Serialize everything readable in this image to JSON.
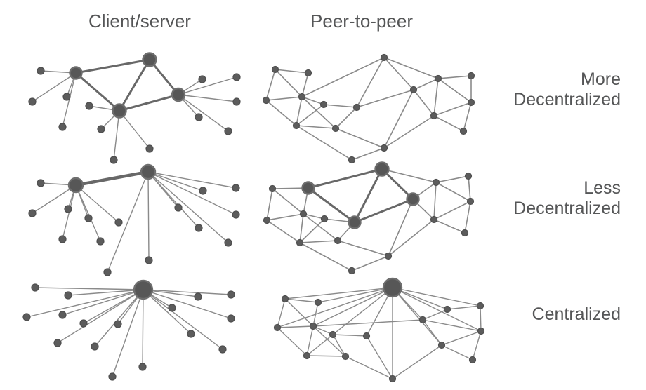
{
  "headers": {
    "left": "Client/server",
    "right": "Peer-to-peer"
  },
  "row_labels": [
    {
      "lines": [
        "More",
        "Decentralized"
      ]
    },
    {
      "lines": [
        "Less",
        "Decentralized"
      ]
    },
    {
      "lines": [
        "Centralized"
      ]
    }
  ],
  "colors": {
    "background": "#ffffff",
    "text": "#555657",
    "node_fill": "#5c5c5c",
    "node_stroke": "#4f4f4f",
    "hub_fill": "#575757",
    "hub_stroke": "#6e6e6e",
    "edge": "#8a8a8a",
    "edge_thick": "#686868"
  },
  "graphs": [
    {
      "name": "client-server-more-decentralized",
      "nodes": [
        [
          108,
          104,
          8.5
        ],
        [
          213,
          85,
          9.5
        ],
        [
          170,
          158,
          9.5
        ],
        [
          254,
          135,
          9
        ],
        [
          58,
          101,
          5
        ],
        [
          46,
          145,
          5
        ],
        [
          95,
          138,
          5
        ],
        [
          89,
          181,
          5
        ],
        [
          127,
          151,
          5
        ],
        [
          144,
          184,
          5
        ],
        [
          162,
          228,
          5
        ],
        [
          213,
          212,
          5
        ],
        [
          288,
          113,
          5
        ],
        [
          337,
          110,
          5
        ],
        [
          337,
          145,
          5
        ],
        [
          283,
          167,
          5
        ],
        [
          325,
          187,
          5
        ]
      ],
      "edges": [
        [
          0,
          1,
          3
        ],
        [
          0,
          2,
          3
        ],
        [
          1,
          2,
          3
        ],
        [
          1,
          3,
          3
        ],
        [
          2,
          3,
          3
        ],
        [
          0,
          4,
          1.4
        ],
        [
          0,
          5,
          1.4
        ],
        [
          0,
          6,
          1.4
        ],
        [
          0,
          7,
          1.4
        ],
        [
          2,
          8,
          1.4
        ],
        [
          2,
          9,
          1.4
        ],
        [
          2,
          10,
          1.4
        ],
        [
          2,
          11,
          1.4
        ],
        [
          3,
          12,
          1.4
        ],
        [
          3,
          13,
          1.4
        ],
        [
          3,
          14,
          1.4
        ],
        [
          3,
          15,
          1.4
        ],
        [
          3,
          16,
          1.4
        ]
      ]
    },
    {
      "name": "peer-to-peer-more-decentralized",
      "nodes": [
        [
          392,
          99,
          4.5
        ],
        [
          439,
          104,
          4.5
        ],
        [
          379,
          143,
          4.5
        ],
        [
          430,
          138,
          4.5
        ],
        [
          461,
          149,
          4.5
        ],
        [
          422,
          179,
          4.5
        ],
        [
          478,
          183,
          4.5
        ],
        [
          508,
          153,
          4.5
        ],
        [
          547,
          82,
          4.5
        ],
        [
          589,
          128,
          4.5
        ],
        [
          547,
          211,
          4.5
        ],
        [
          501,
          228,
          4.5
        ],
        [
          624,
          112,
          4.5
        ],
        [
          618,
          165,
          4.5
        ],
        [
          671,
          108,
          4.5
        ],
        [
          671,
          146,
          4.5
        ],
        [
          660,
          187,
          4.5
        ]
      ],
      "edges": [
        [
          0,
          1,
          1.6
        ],
        [
          0,
          2,
          1.6
        ],
        [
          0,
          3,
          1.6
        ],
        [
          1,
          3,
          1.6
        ],
        [
          2,
          3,
          1.6
        ],
        [
          2,
          5,
          1.6
        ],
        [
          3,
          4,
          1.6
        ],
        [
          3,
          5,
          1.6
        ],
        [
          3,
          6,
          1.6
        ],
        [
          3,
          8,
          1.6
        ],
        [
          4,
          5,
          1.6
        ],
        [
          4,
          7,
          1.6
        ],
        [
          5,
          6,
          1.6
        ],
        [
          5,
          11,
          1.6
        ],
        [
          6,
          7,
          1.6
        ],
        [
          6,
          10,
          1.6
        ],
        [
          7,
          8,
          1.6
        ],
        [
          7,
          9,
          1.6
        ],
        [
          8,
          9,
          1.6
        ],
        [
          8,
          12,
          1.6
        ],
        [
          9,
          12,
          1.6
        ],
        [
          9,
          13,
          1.6
        ],
        [
          9,
          10,
          1.6
        ],
        [
          10,
          11,
          1.6
        ],
        [
          10,
          13,
          1.6
        ],
        [
          12,
          14,
          1.6
        ],
        [
          12,
          13,
          1.6
        ],
        [
          12,
          15,
          1.6
        ],
        [
          13,
          15,
          1.6
        ],
        [
          13,
          16,
          1.6
        ],
        [
          14,
          15,
          1.6
        ],
        [
          15,
          16,
          1.6
        ]
      ]
    },
    {
      "name": "client-server-less-decentralized",
      "nodes": [
        [
          108,
          264,
          10
        ],
        [
          211,
          245,
          10
        ],
        [
          58,
          261,
          5
        ],
        [
          46,
          304,
          5
        ],
        [
          97,
          298,
          5
        ],
        [
          89,
          341,
          5
        ],
        [
          126,
          311,
          5
        ],
        [
          143,
          344,
          5
        ],
        [
          169,
          317,
          5
        ],
        [
          153,
          388,
          5
        ],
        [
          212,
          371,
          5
        ],
        [
          254,
          296,
          5
        ],
        [
          289,
          272,
          5
        ],
        [
          336,
          268,
          5
        ],
        [
          336,
          306,
          5
        ],
        [
          283,
          325,
          5
        ],
        [
          325,
          346,
          5
        ]
      ],
      "edges": [
        [
          0,
          1,
          4.5
        ],
        [
          0,
          2,
          1.4
        ],
        [
          0,
          3,
          1.4
        ],
        [
          0,
          4,
          1.4
        ],
        [
          0,
          5,
          1.4
        ],
        [
          0,
          6,
          1.4
        ],
        [
          0,
          7,
          1.4
        ],
        [
          0,
          8,
          1.4
        ],
        [
          1,
          9,
          1.4
        ],
        [
          1,
          10,
          1.4
        ],
        [
          1,
          11,
          1.4
        ],
        [
          1,
          12,
          1.4
        ],
        [
          1,
          13,
          1.4
        ],
        [
          1,
          14,
          1.4
        ],
        [
          1,
          15,
          1.4
        ],
        [
          1,
          16,
          1.4
        ]
      ]
    },
    {
      "name": "peer-to-peer-less-decentralized",
      "nodes": [
        [
          388,
          269,
          4.5
        ],
        [
          439,
          268,
          8.5
        ],
        [
          380,
          314,
          4.5
        ],
        [
          432,
          305,
          4.5
        ],
        [
          462,
          312,
          4.5
        ],
        [
          427,
          346,
          4.5
        ],
        [
          481,
          343,
          4.5
        ],
        [
          505,
          317,
          8.5
        ],
        [
          544,
          241,
          9.5
        ],
        [
          588,
          284,
          8.5
        ],
        [
          553,
          365,
          4.5
        ],
        [
          501,
          386,
          4.5
        ],
        [
          621,
          260,
          4.5
        ],
        [
          618,
          313,
          4.5
        ],
        [
          667,
          251,
          4.5
        ],
        [
          670,
          287,
          4.5
        ],
        [
          662,
          332,
          4.5
        ]
      ],
      "edges": [
        [
          0,
          1,
          1.6
        ],
        [
          0,
          2,
          1.6
        ],
        [
          0,
          3,
          1.6
        ],
        [
          1,
          3,
          1.6
        ],
        [
          2,
          3,
          1.6
        ],
        [
          2,
          5,
          1.6
        ],
        [
          3,
          4,
          1.6
        ],
        [
          3,
          5,
          1.6
        ],
        [
          3,
          6,
          1.6
        ],
        [
          4,
          5,
          1.6
        ],
        [
          4,
          7,
          1.6
        ],
        [
          5,
          6,
          1.6
        ],
        [
          5,
          11,
          1.6
        ],
        [
          6,
          7,
          1.6
        ],
        [
          6,
          10,
          1.6
        ],
        [
          1,
          7,
          3
        ],
        [
          1,
          8,
          3
        ],
        [
          7,
          8,
          3
        ],
        [
          7,
          9,
          3
        ],
        [
          8,
          9,
          3
        ],
        [
          8,
          12,
          1.6
        ],
        [
          9,
          12,
          1.6
        ],
        [
          9,
          13,
          1.6
        ],
        [
          9,
          10,
          1.6
        ],
        [
          10,
          11,
          1.6
        ],
        [
          10,
          13,
          1.6
        ],
        [
          12,
          14,
          1.6
        ],
        [
          12,
          13,
          1.6
        ],
        [
          12,
          15,
          1.6
        ],
        [
          13,
          15,
          1.6
        ],
        [
          13,
          16,
          1.6
        ],
        [
          14,
          15,
          1.6
        ],
        [
          15,
          16,
          1.6
        ]
      ]
    },
    {
      "name": "client-server-centralized",
      "nodes": [
        [
          204,
          413,
          13
        ],
        [
          50,
          410,
          5
        ],
        [
          97,
          421,
          5
        ],
        [
          38,
          452,
          5
        ],
        [
          89,
          449,
          5
        ],
        [
          119,
          461,
          5
        ],
        [
          82,
          489,
          5
        ],
        [
          135,
          494,
          5
        ],
        [
          168,
          462,
          5
        ],
        [
          160,
          537,
          5
        ],
        [
          203,
          523,
          5
        ],
        [
          245,
          439,
          5
        ],
        [
          282,
          423,
          5
        ],
        [
          329,
          420,
          5
        ],
        [
          329,
          454,
          5
        ],
        [
          272,
          476,
          5
        ],
        [
          317,
          498,
          5
        ]
      ],
      "edges": [
        [
          0,
          1,
          1.4
        ],
        [
          0,
          2,
          1.4
        ],
        [
          0,
          3,
          1.4
        ],
        [
          0,
          4,
          1.4
        ],
        [
          0,
          5,
          1.4
        ],
        [
          0,
          6,
          1.4
        ],
        [
          0,
          7,
          1.4
        ],
        [
          0,
          8,
          1.4
        ],
        [
          0,
          9,
          1.4
        ],
        [
          0,
          10,
          1.4
        ],
        [
          0,
          11,
          1.4
        ],
        [
          0,
          12,
          1.4
        ],
        [
          0,
          13,
          1.4
        ],
        [
          0,
          14,
          1.4
        ],
        [
          0,
          15,
          1.4
        ],
        [
          0,
          16,
          1.4
        ]
      ]
    },
    {
      "name": "peer-to-peer-centralized",
      "nodes": [
        [
          559,
          410,
          13
        ],
        [
          406,
          426,
          4.5
        ],
        [
          453,
          431,
          4.5
        ],
        [
          395,
          467,
          4.5
        ],
        [
          446,
          465,
          4.5
        ],
        [
          474,
          477,
          4.5
        ],
        [
          437,
          507,
          4.5
        ],
        [
          492,
          508,
          4.5
        ],
        [
          522,
          479,
          4.5
        ],
        [
          559,
          540,
          4.5
        ],
        [
          602,
          456,
          4.5
        ],
        [
          629,
          492,
          4.5
        ],
        [
          637,
          441,
          4.5
        ],
        [
          684,
          436,
          4.5
        ],
        [
          685,
          472,
          4.5
        ],
        [
          673,
          513,
          4.5
        ]
      ],
      "edges": [
        [
          0,
          1,
          1.4
        ],
        [
          0,
          2,
          1.4
        ],
        [
          0,
          3,
          1.4
        ],
        [
          0,
          4,
          1.4
        ],
        [
          0,
          5,
          1.4
        ],
        [
          0,
          8,
          1.4
        ],
        [
          0,
          9,
          1.4
        ],
        [
          0,
          10,
          1.4
        ],
        [
          0,
          11,
          1.4
        ],
        [
          0,
          12,
          1.4
        ],
        [
          0,
          13,
          1.4
        ],
        [
          0,
          14,
          1.4
        ],
        [
          1,
          2,
          1.4
        ],
        [
          1,
          3,
          1.4
        ],
        [
          1,
          4,
          1.4
        ],
        [
          2,
          4,
          1.4
        ],
        [
          3,
          4,
          1.4
        ],
        [
          3,
          6,
          1.4
        ],
        [
          4,
          5,
          1.4
        ],
        [
          4,
          6,
          1.4
        ],
        [
          4,
          7,
          1.4
        ],
        [
          5,
          6,
          1.4
        ],
        [
          5,
          7,
          1.4
        ],
        [
          5,
          8,
          1.4
        ],
        [
          6,
          7,
          1.4
        ],
        [
          7,
          9,
          1.4
        ],
        [
          8,
          9,
          1.4
        ],
        [
          9,
          11,
          1.4
        ],
        [
          10,
          11,
          1.4
        ],
        [
          10,
          12,
          1.4
        ],
        [
          10,
          14,
          1.4
        ],
        [
          11,
          14,
          1.4
        ],
        [
          11,
          15,
          1.4
        ],
        [
          12,
          13,
          1.4
        ],
        [
          13,
          14,
          1.4
        ],
        [
          14,
          15,
          1.4
        ],
        [
          4,
          10,
          1.4
        ]
      ]
    }
  ]
}
